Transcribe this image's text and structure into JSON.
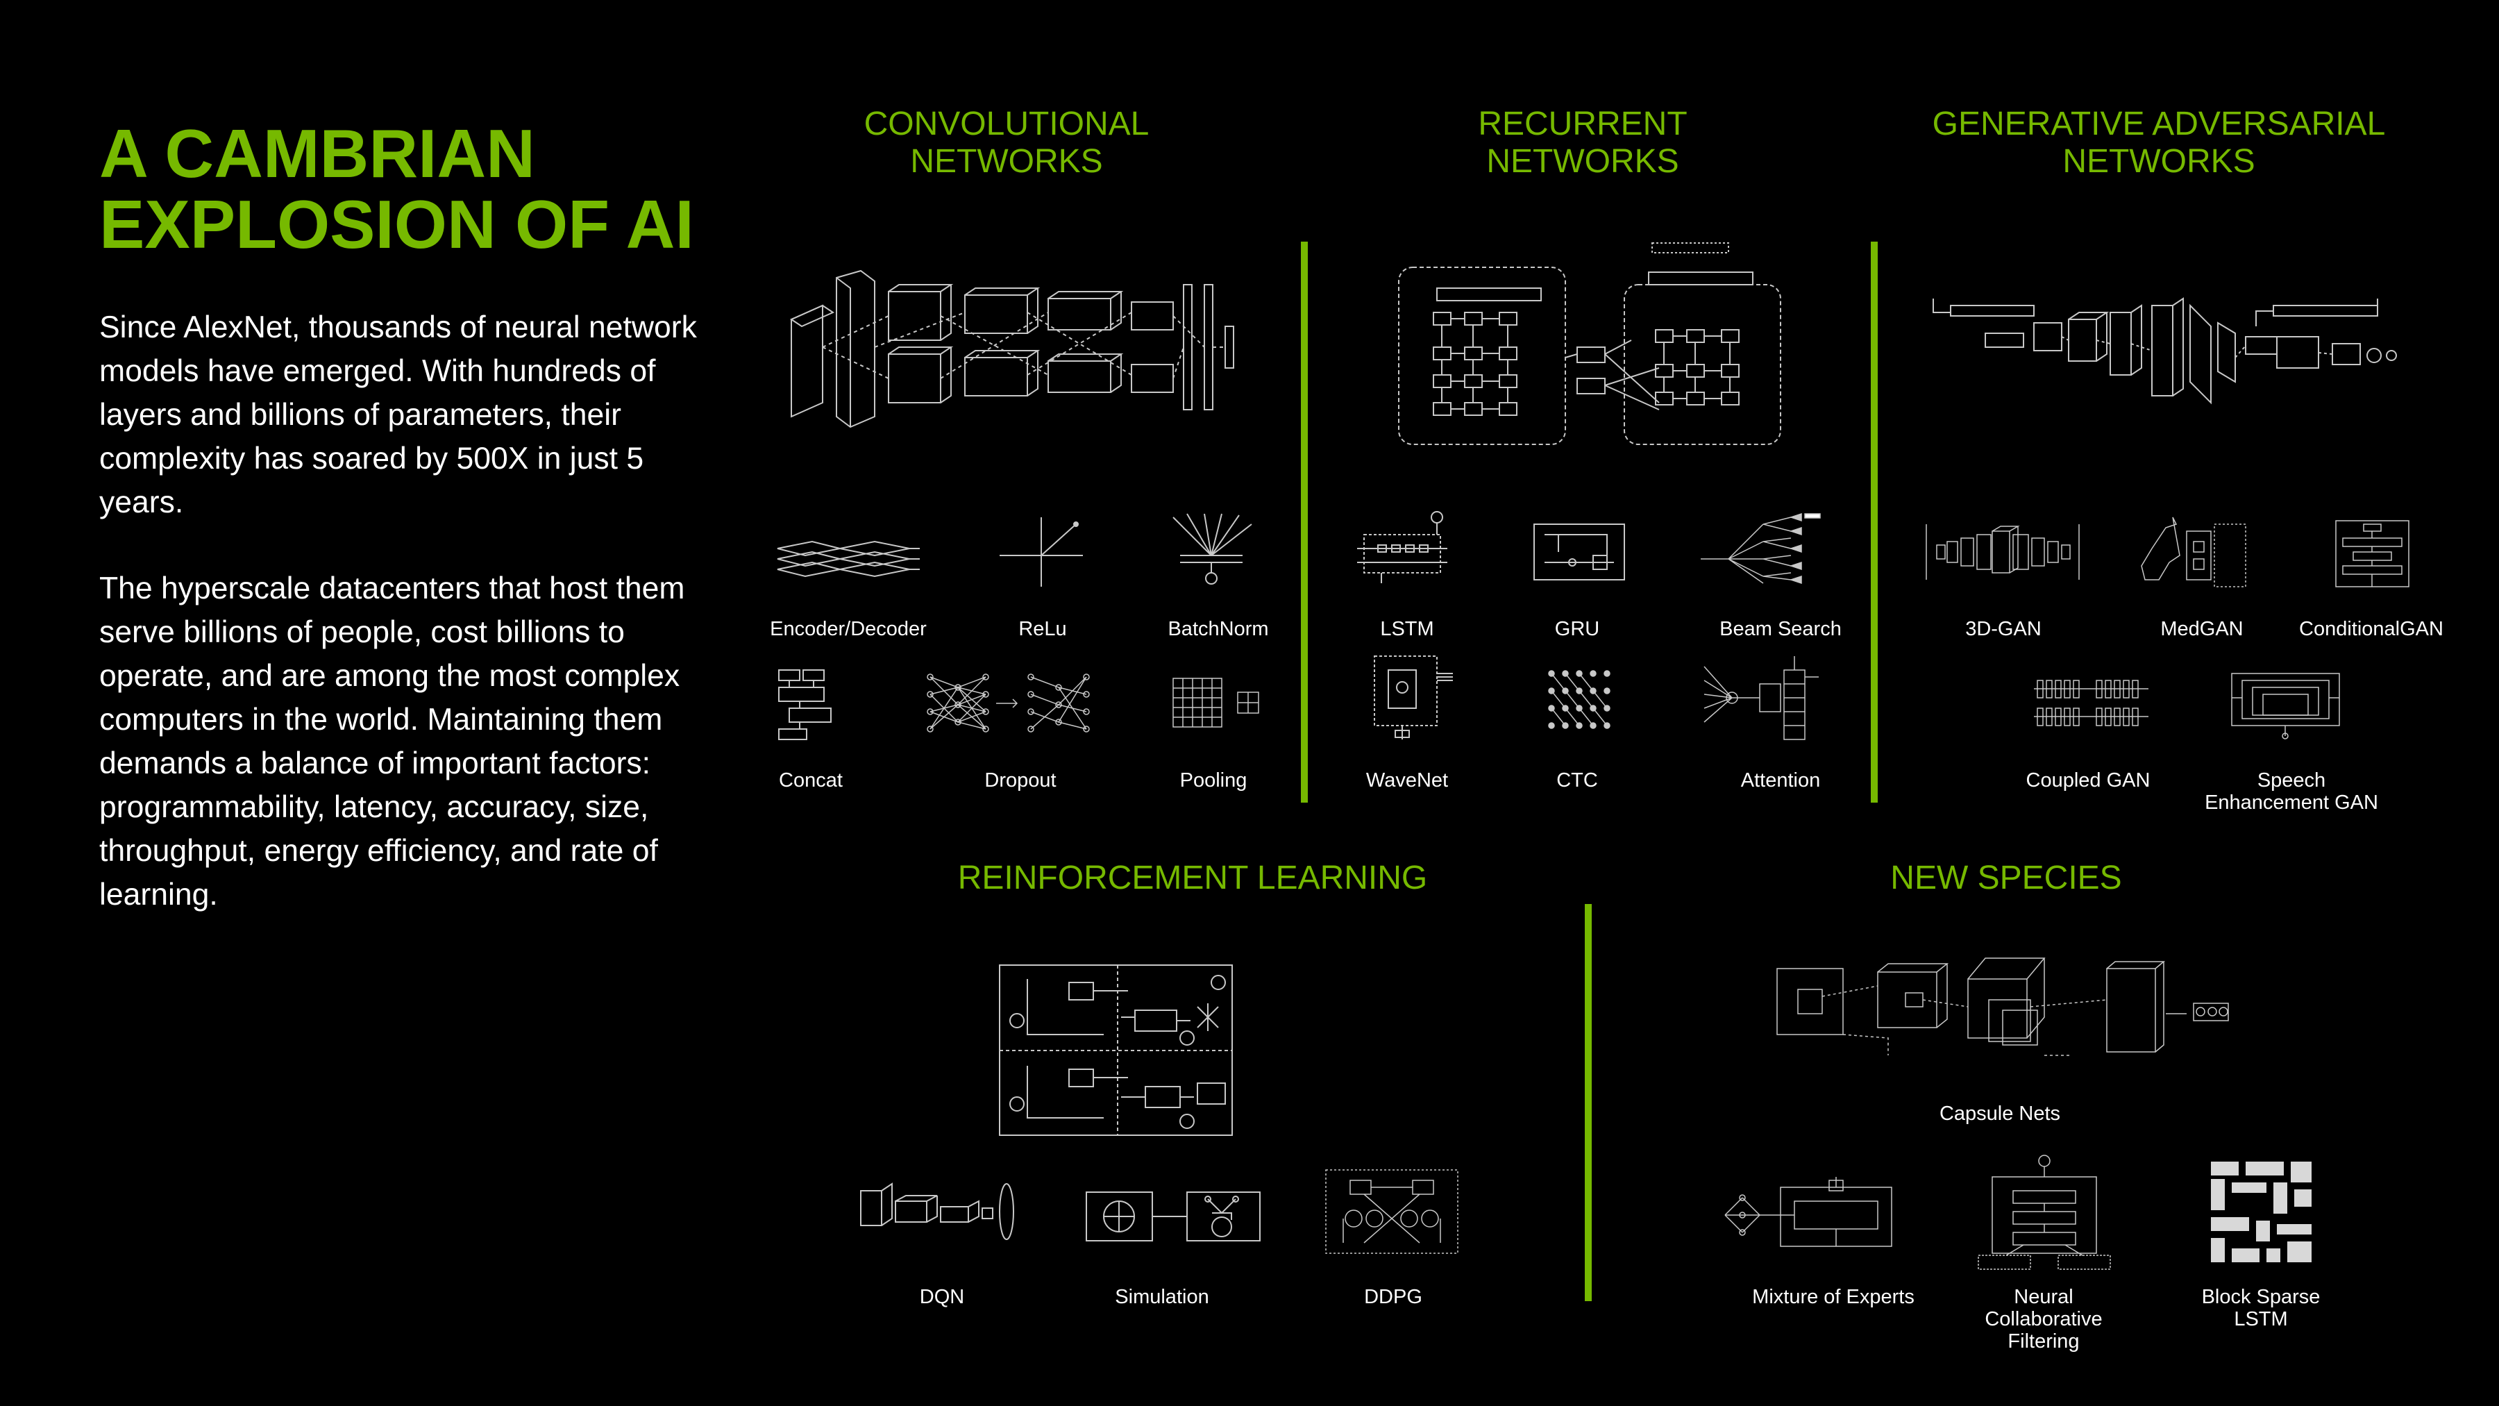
{
  "slide": {
    "title_line1": "A CAMBRIAN",
    "title_line2": "EXPLOSION OF AI",
    "paragraph1": "Since AlexNet, thousands of neural network models have emerged. With hundreds of layers and billions of parameters, their complexity has soared by 500X in just 5 years.",
    "paragraph2": "The hyperscale datacenters that host them serve billions of people, cost billions to operate, and are among the most complex computers in the world. Maintaining them demands a balance of important factors: programmability, latency, accuracy, size, throughput, energy efficiency, and rate of learning."
  },
  "sections": {
    "convolutional": {
      "heading_line1": "CONVOLUTIONAL",
      "heading_line2": "NETWORKS",
      "items": [
        "Encoder/Decoder",
        "ReLu",
        "BatchNorm",
        "Concat",
        "Dropout",
        "Pooling"
      ]
    },
    "recurrent": {
      "heading_line1": "RECURRENT",
      "heading_line2": "NETWORKS",
      "items": [
        "LSTM",
        "GRU",
        "Beam Search",
        "WaveNet",
        "CTC",
        "Attention"
      ]
    },
    "generative": {
      "heading_line1": "GENERATIVE ADVERSARIAL",
      "heading_line2": "NETWORKS",
      "items": [
        "3D-GAN",
        "MedGAN",
        "ConditionalGAN",
        "Coupled GAN"
      ],
      "speech_line1": "Speech",
      "speech_line2": "Enhancement GAN"
    },
    "reinforcement": {
      "heading": "REINFORCEMENT LEARNING",
      "items": [
        "DQN",
        "Simulation",
        "DDPG"
      ]
    },
    "new_species": {
      "heading": "NEW SPECIES",
      "capsule": "Capsule Nets",
      "moe": "Mixture of Experts",
      "ncf_line1": "Neural",
      "ncf_line2": "Collaborative",
      "ncf_line3": "Filtering",
      "bsl_line1": "Block Sparse",
      "bsl_line2": "LSTM"
    }
  },
  "colors": {
    "accent": "#76b900",
    "background": "#000000",
    "text": "#ffffff",
    "diagram": "#c8c8c8"
  }
}
